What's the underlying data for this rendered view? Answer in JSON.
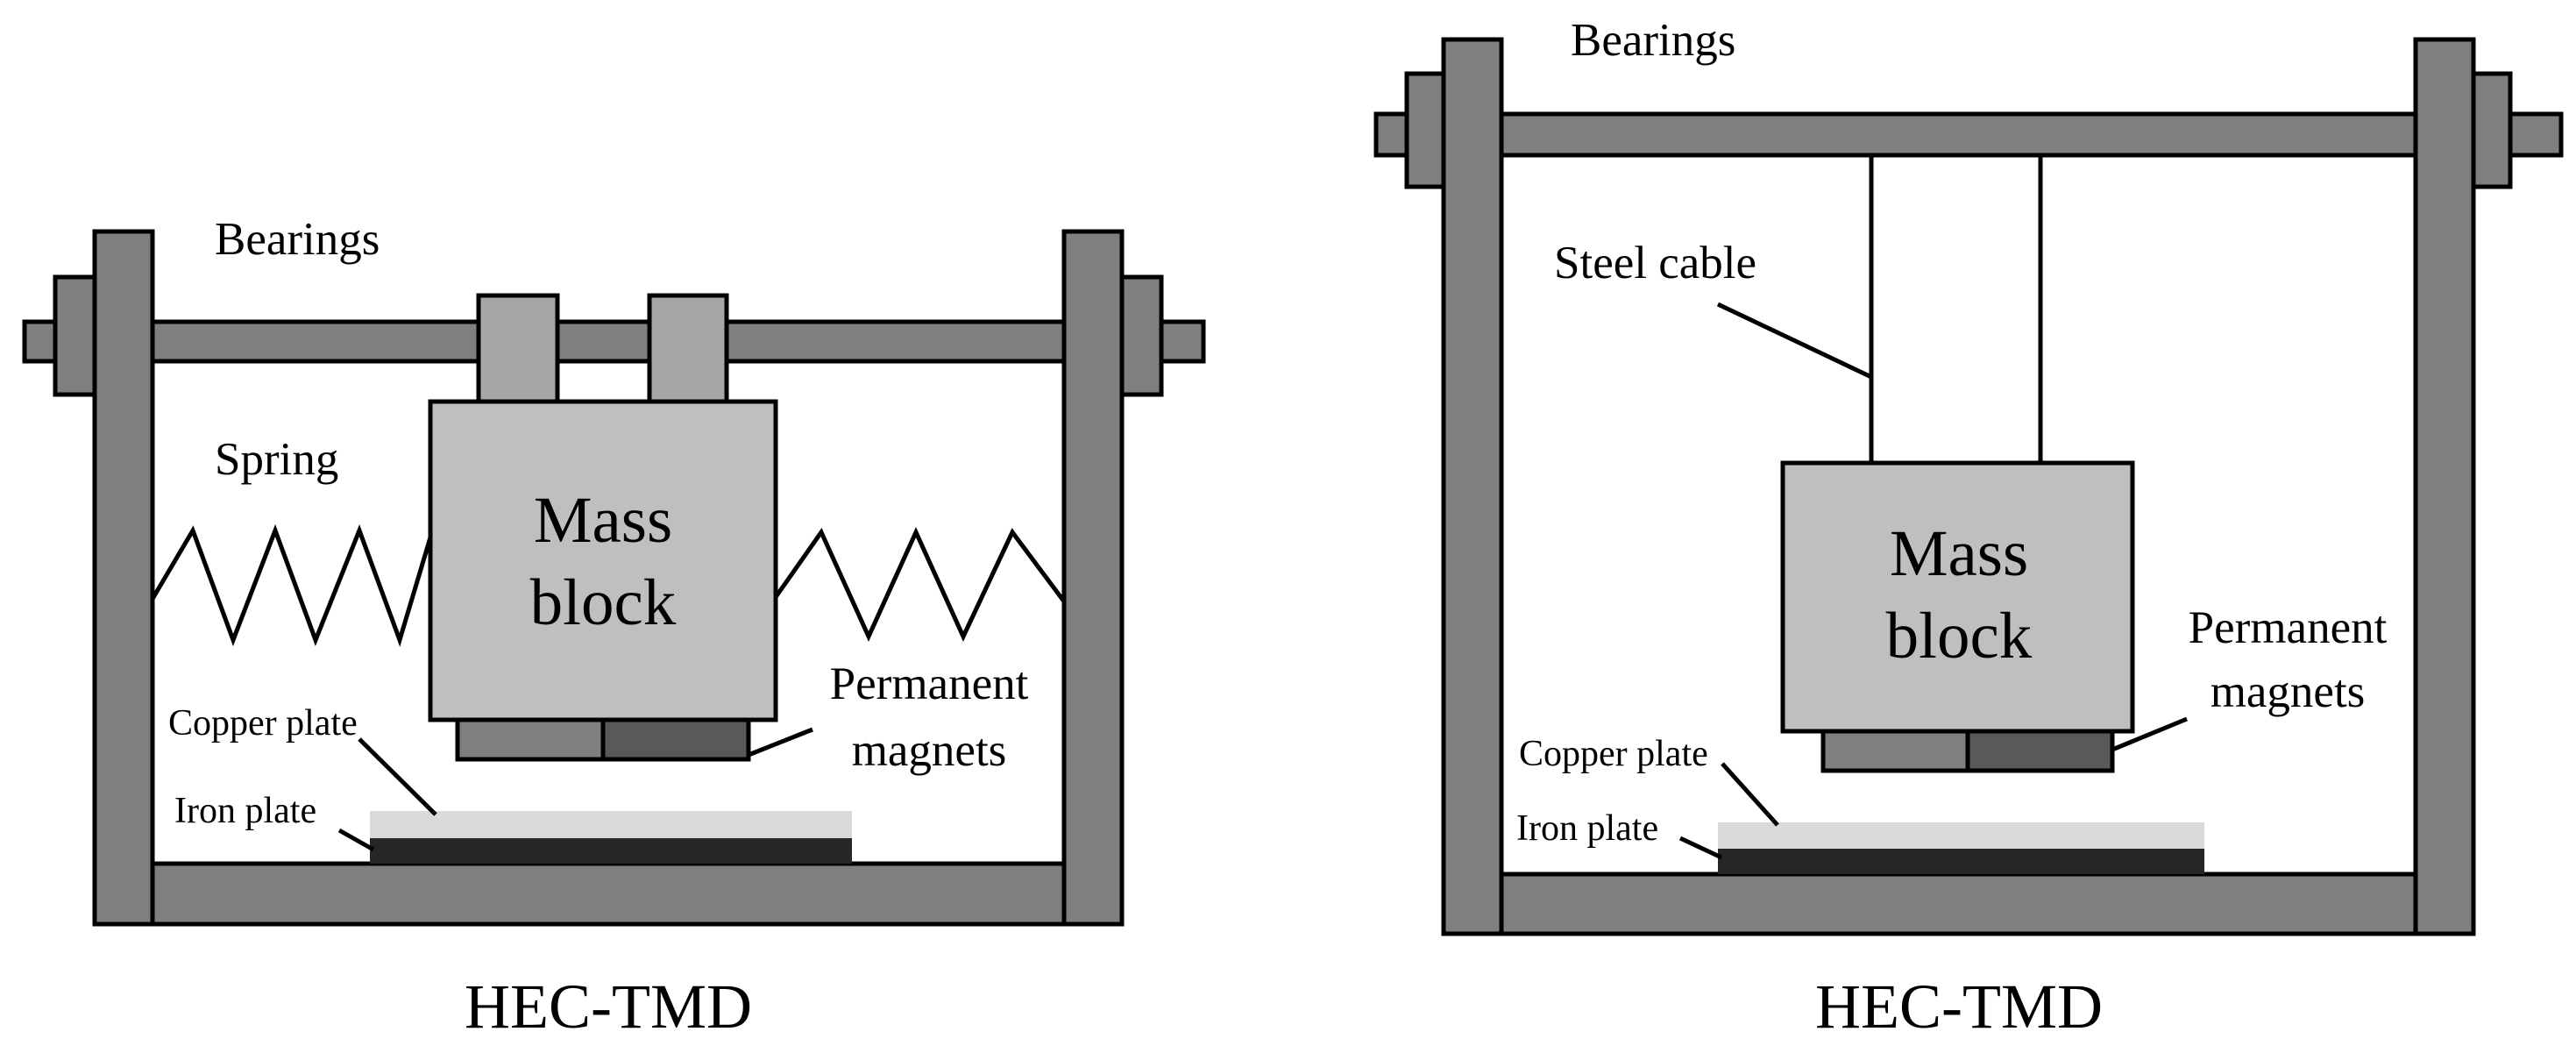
{
  "colors": {
    "frame": "#7f7f7f",
    "block": "#bfbfbf",
    "magnet_left": "#7f7f7f",
    "magnet_right": "#595959",
    "copper": "#d9d9d9",
    "iron": "#262626",
    "line": "#000000"
  },
  "left_diagram": {
    "caption": "HEC-TMD",
    "bearings": "Bearings",
    "spring": "Spring",
    "mass_line1": "Mass",
    "mass_line2": "block",
    "magnets_line1": "Permanent",
    "magnets_line2": "magnets",
    "copper_plate": "Copper plate",
    "iron_plate": "Iron plate"
  },
  "right_diagram": {
    "caption": "HEC-TMD",
    "bearings": "Bearings",
    "steel_cable": "Steel cable",
    "mass_line1": "Mass",
    "mass_line2": "block",
    "magnets_line1": "Permanent",
    "magnets_line2": "magnets",
    "copper_plate": "Copper plate",
    "iron_plate": "Iron plate"
  }
}
